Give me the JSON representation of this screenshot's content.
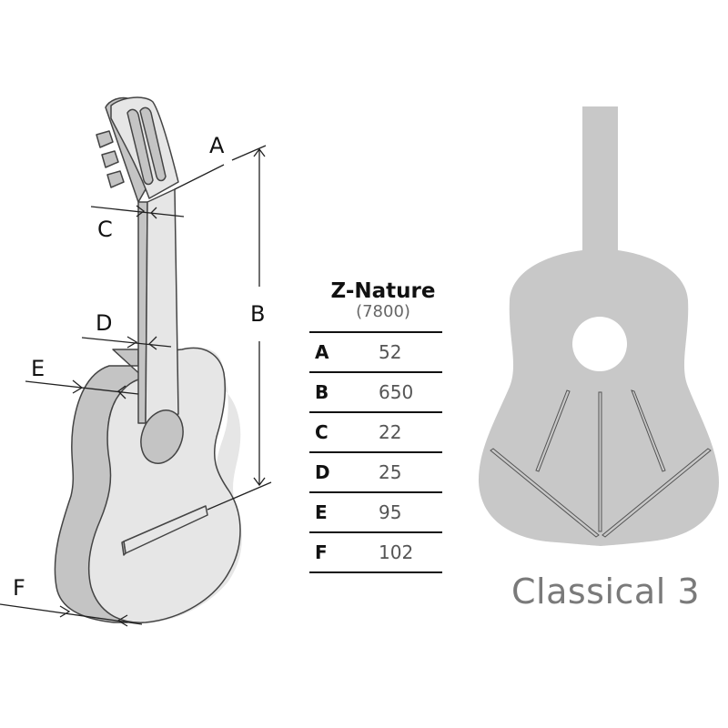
{
  "left_diagram": {
    "dimension_labels": {
      "A": "A",
      "B": "B",
      "C": "C",
      "D": "D",
      "E": "E",
      "F": "F"
    }
  },
  "spec_table": {
    "title": "Z-Nature",
    "subtitle": "(7800)",
    "rows": [
      {
        "key": "A",
        "value": "52"
      },
      {
        "key": "B",
        "value": "650"
      },
      {
        "key": "C",
        "value": "22"
      },
      {
        "key": "D",
        "value": "25"
      },
      {
        "key": "E",
        "value": "95"
      },
      {
        "key": "F",
        "value": "102"
      }
    ]
  },
  "right_diagram": {
    "bracing_pattern_name": "Classical 3"
  },
  "colors": {
    "guitar_top": "#e6e6e6",
    "guitar_side": "#c4c4c4",
    "silhouette": "#c8c8c8",
    "outline": "#444444",
    "text_dark": "#111111",
    "text_gray": "#7a7a7a"
  }
}
